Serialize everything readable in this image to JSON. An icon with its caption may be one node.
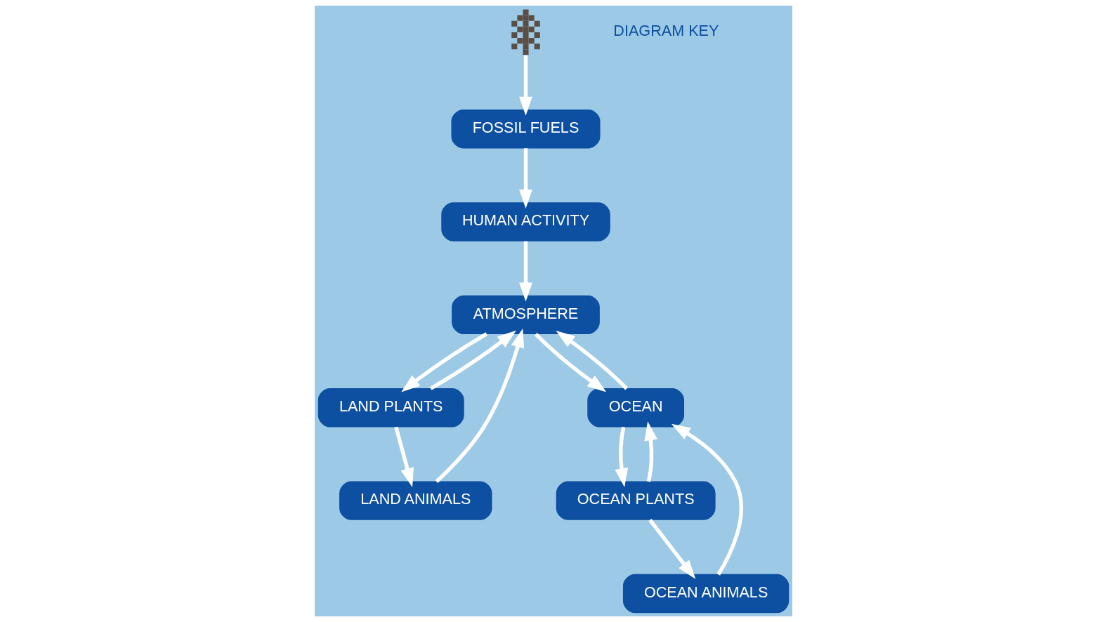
{
  "diagram": {
    "nodes": [
      {
        "text": [
          "ATMOSPHERE"
        ]
      },
      {
        "text": [
          "HUMAN ACTIVITY"
        ]
      },
      {
        "text": [
          "LAND ANIMALS"
        ]
      },
      {
        "text": [
          "LAND PLANTS"
        ]
      },
      {
        "text": [
          "OCEAN"
        ]
      },
      {
        "text": [],
        "shape": "picture"
      },
      {
        "text": [
          "OCEAN PLANTS"
        ]
      },
      {
        "text": [
          "OCEAN ANIMALS"
        ]
      },
      {
        "text": [
          "FOSSIL FUELS"
        ]
      }
    ],
    "edges": [
      {
        "from": 1,
        "to": 0,
        "arrow": "to"
      },
      {
        "from": 2,
        "to": 0,
        "arrow": "to"
      },
      {
        "from": 3,
        "to": 0,
        "arrow": "to"
      },
      {
        "from": 0,
        "to": 3,
        "arrow": "to"
      },
      {
        "from": 4,
        "to": 0,
        "arrow": "to"
      },
      {
        "from": 0,
        "to": 4,
        "arrow": "to"
      },
      {
        "from": 3,
        "to": 2,
        "arrow": "to"
      },
      {
        "from": 8,
        "to": 1,
        "arrow": "to"
      },
      {
        "from": 5,
        "to": 8,
        "arrow": "to"
      },
      {
        "from": 4,
        "to": 6,
        "arrow": "to"
      },
      {
        "from": 6,
        "to": 4,
        "arrow": "to"
      },
      {
        "from": 7,
        "to": 4,
        "arrow": "to"
      },
      {
        "from": 6,
        "to": 7,
        "arrow": "to"
      }
    ],
    "labels": [
      "DIAGRAM KEY"
    ]
  }
}
